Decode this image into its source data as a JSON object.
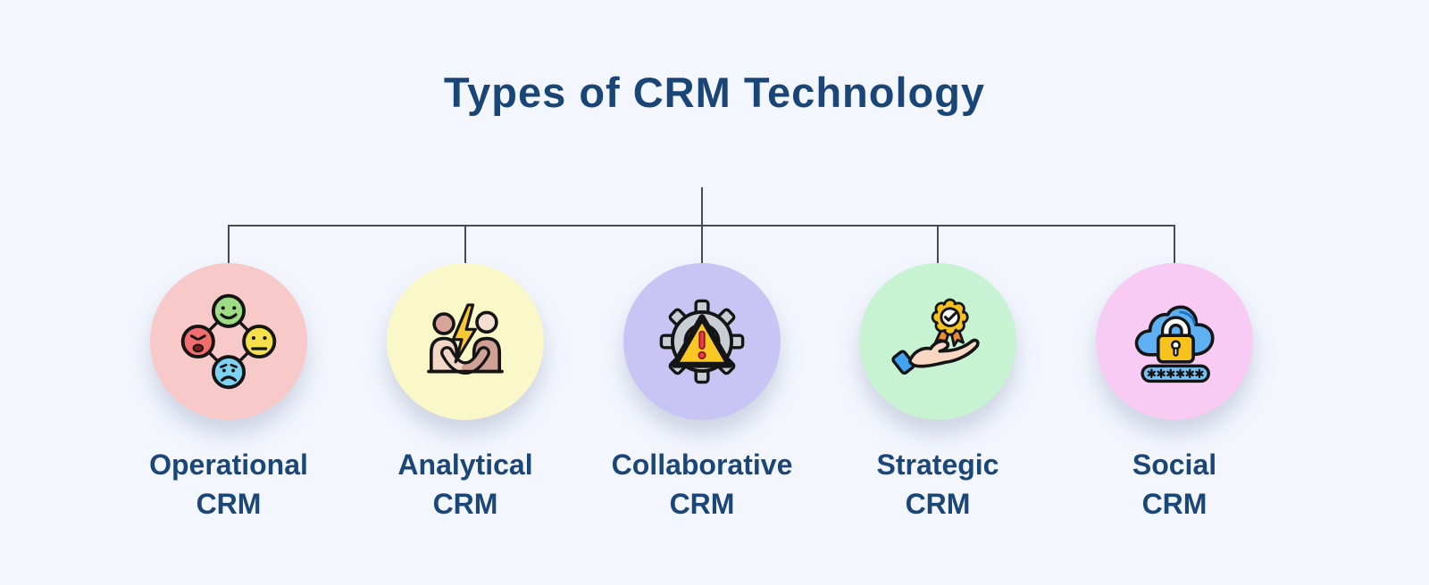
{
  "page": {
    "title": "Types of CRM Technology",
    "colors": {
      "background": "#f3f6fd",
      "title": "#1a4577",
      "label": "#1b4678",
      "connector": "#4a4a4a"
    }
  },
  "types": {
    "items": [
      {
        "line1": "Operational",
        "line2": "CRM",
        "circle_color": "#f8c9c9",
        "icon": "emotion-faces-icon"
      },
      {
        "line1": "Analytical",
        "line2": "CRM",
        "circle_color": "#faf8c8",
        "icon": "handshake-conflict-icon"
      },
      {
        "line1": "Collaborative",
        "line2": "CRM",
        "circle_color": "#c8c4f3",
        "icon": "gear-warning-icon"
      },
      {
        "line1": "Strategic",
        "line2": "CRM",
        "circle_color": "#c8f3d3",
        "icon": "award-hand-icon"
      },
      {
        "line1": "Social",
        "line2": "CRM",
        "circle_color": "#f8cbf4",
        "icon": "cloud-lock-password-icon"
      }
    ]
  }
}
